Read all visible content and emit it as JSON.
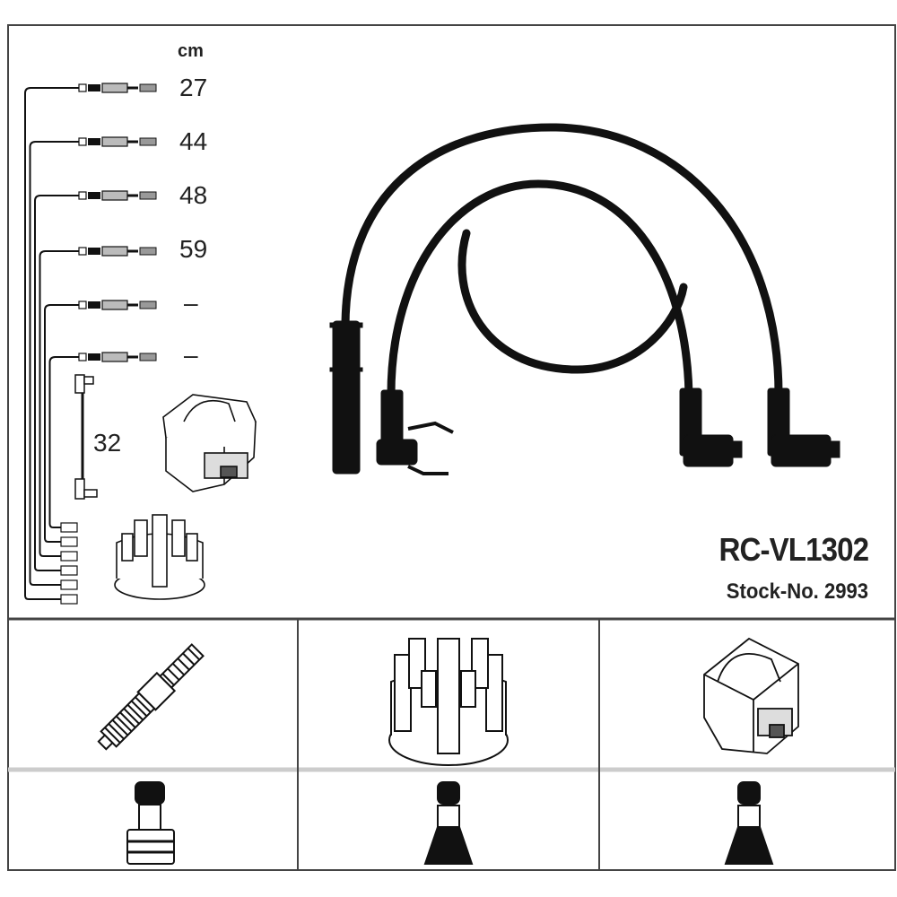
{
  "legend": {
    "unit": "cm",
    "lengths": [
      "27",
      "44",
      "48",
      "59",
      "–",
      "–"
    ],
    "coil_lead_length": "32"
  },
  "product": {
    "part_number": "RC-VL1302",
    "stock_number": "Stock-No. 2993"
  },
  "compatibility_table": {
    "columns": [
      "spark-plug",
      "distributor-cap",
      "ignition-coil"
    ],
    "boot_types": [
      "straight-ribbed-boot",
      "tapered-boot",
      "tapered-boot"
    ]
  },
  "colors": {
    "ink": "#111111",
    "frame": "#444444",
    "row_divider": "#cccccc"
  }
}
